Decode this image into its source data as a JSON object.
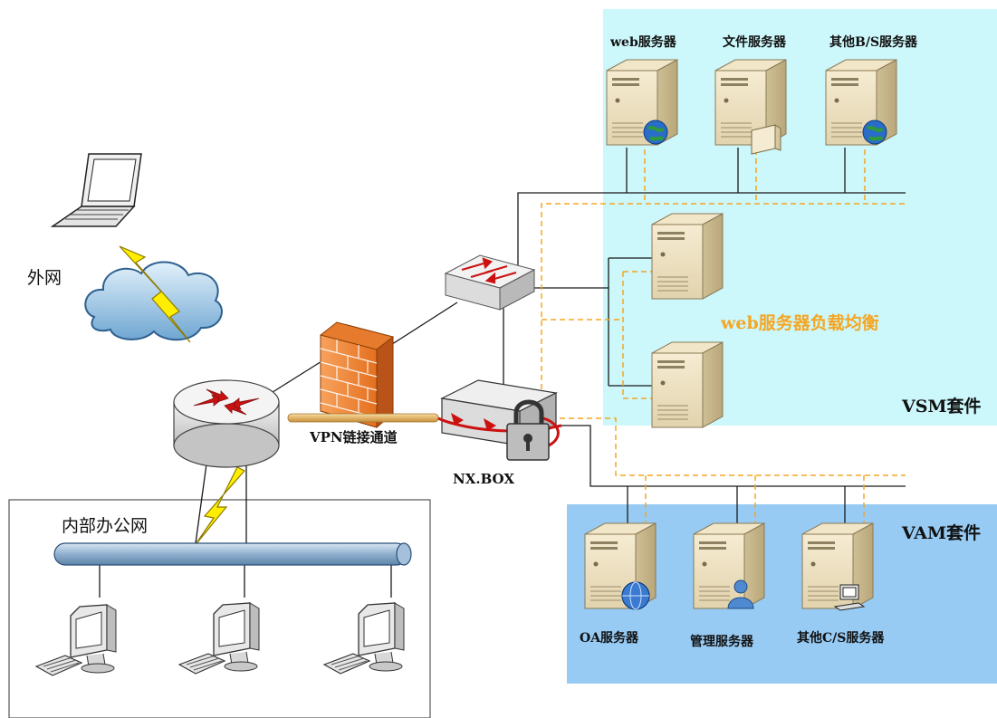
{
  "labels": {
    "internet": "外网",
    "office": "内部办公网",
    "vpn": "VPN链接通道",
    "nxbox": "NX.BOX",
    "lb": "web服务器负载均衡",
    "vsm": "VSM套件",
    "vam": "VAM套件"
  },
  "vsm_servers": [
    {
      "label": "web服务器",
      "icon": "globe-icon"
    },
    {
      "label": "文件服务器",
      "icon": "folder-icon"
    },
    {
      "label": "其他B/S服务器",
      "icon": "globe-icon"
    }
  ],
  "vam_servers": [
    {
      "label": "OA服务器",
      "icon": "web-globe-icon"
    },
    {
      "label": "管理服务器",
      "icon": "user-icon"
    },
    {
      "label": "其他C/S服务器",
      "icon": "pc-icon"
    }
  ],
  "colors": {
    "vsm_bg": "#ccf7fb",
    "vam_bg": "#97cbf4",
    "dashed": "#f5a623",
    "lb_text": "#f5a623",
    "vpn_pipe": "#e3b46a"
  }
}
